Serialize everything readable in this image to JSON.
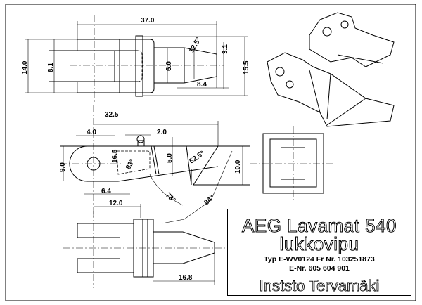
{
  "title_block": {
    "title": "AEG Lavamat 540",
    "part_name": "lukkovipu",
    "type_line": "Typ E-WV0124   Fr Nr. 103251873",
    "enr_line": "E-Nr. 605 604 901",
    "author": "Inststo Tervamäki"
  },
  "dimensions": {
    "top_view": {
      "overall_length": "37.0",
      "height": "14.0",
      "inner_height": "8.1",
      "pin_diameter": "6.0",
      "taper_angle": "12.5°",
      "tip_diameter": "3.1",
      "taper_length": "8.4",
      "flange_height": "15.5"
    },
    "side_view": {
      "overall_length": "32.5",
      "hole_offset": "4.0",
      "slot_width": "2.0",
      "height": "9.0",
      "radius": "16.5",
      "angle_83": "83°",
      "depth": "5.0",
      "angle_52": "52.5°",
      "right_height": "10.0",
      "offset_6": "6.4",
      "angle_73": "73°",
      "angle_84": "84°",
      "length_12": "12.0"
    },
    "bottom_view": {
      "pin_length": "16.8"
    }
  }
}
